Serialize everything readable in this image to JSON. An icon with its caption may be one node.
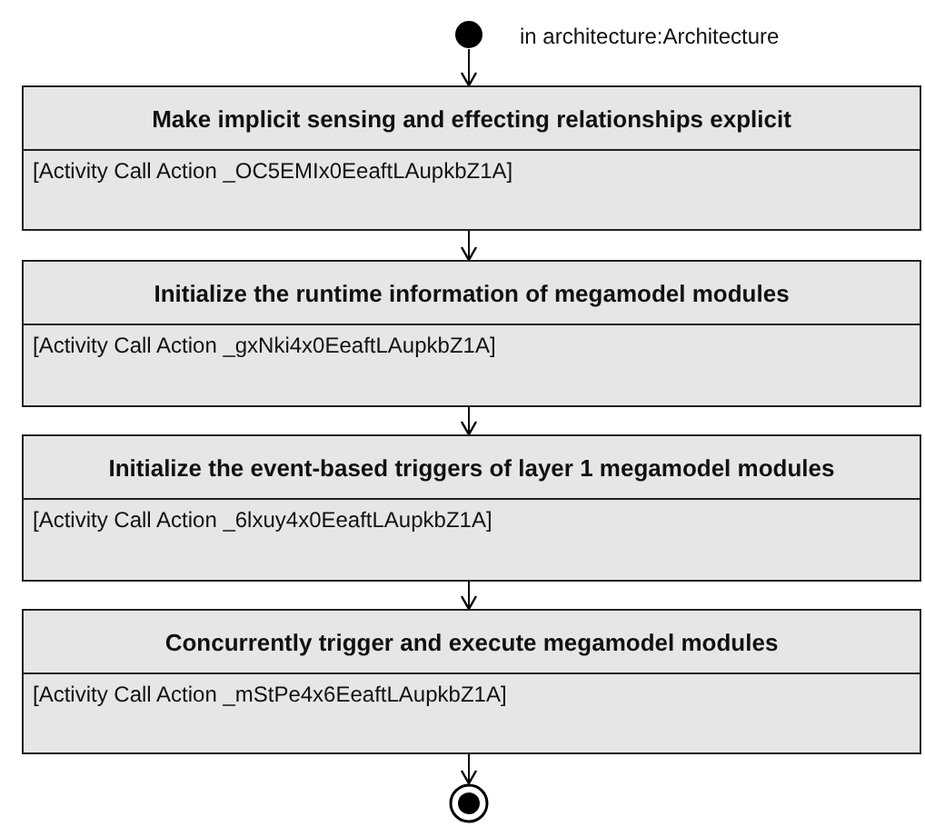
{
  "diagram": {
    "nodes": [
      {
        "text": [],
        "shape": "circle",
        "beside": [
          "in architecture:Architecture"
        ]
      },
      {
        "text": [
          "Make implicit sensing and effecting relationships explicit",
          "[Activity Call Action _OC5EMIx0EeaftLAupkbZ1A]"
        ]
      },
      {
        "text": [
          "Initialize the runtime information of megamodel modules",
          "[Activity Call Action _gxNki4x0EeaftLAupkbZ1A]"
        ]
      },
      {
        "text": [
          "Initialize the event-based triggers of layer 1 megamodel modules",
          "[Activity Call Action _6lxuy4x0EeaftLAupkbZ1A]"
        ]
      },
      {
        "text": [
          "Concurrently trigger and execute megamodel modules",
          "[Activity Call Action _mStPe4x6EeaftLAupkbZ1A]"
        ]
      },
      {
        "text": [],
        "shape": "bullseye"
      }
    ],
    "edges": [
      {
        "from": 0,
        "to": 1,
        "arrow": "to"
      },
      {
        "from": 1,
        "to": 2,
        "arrow": "to"
      },
      {
        "from": 2,
        "to": 3,
        "arrow": "to"
      },
      {
        "from": 3,
        "to": 4,
        "arrow": "to"
      },
      {
        "from": 4,
        "to": 5,
        "arrow": "to"
      }
    ]
  }
}
